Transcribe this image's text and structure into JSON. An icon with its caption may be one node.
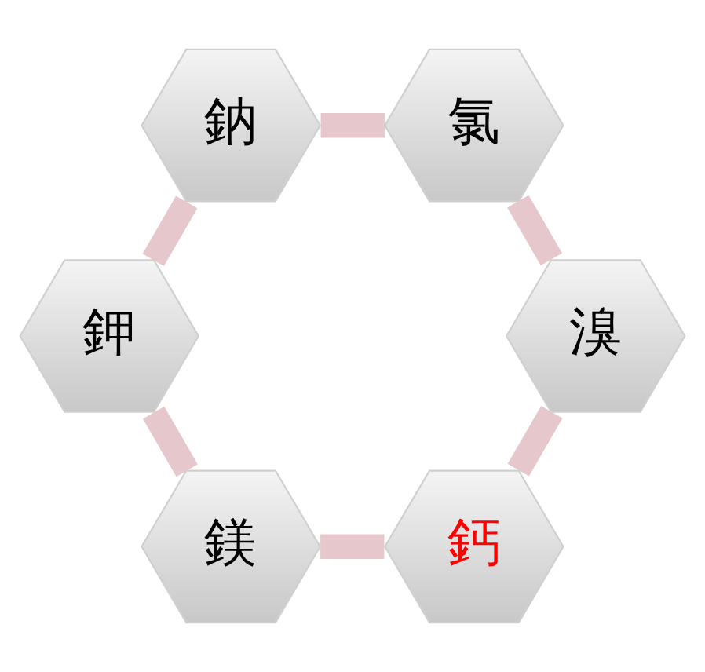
{
  "diagram": {
    "nodes": [
      {
        "text": [
          "鈣"
        ]
      },
      {
        "text": [
          "鎂"
        ]
      },
      {
        "text": [
          "鉀"
        ]
      },
      {
        "text": [
          "鈉"
        ]
      },
      {
        "text": [
          "氯"
        ]
      },
      {
        "text": [
          "溴"
        ]
      }
    ],
    "edges": [
      {
        "from": 0,
        "to": 1,
        "arrow": "none"
      },
      {
        "from": 1,
        "to": 2,
        "arrow": "none"
      },
      {
        "from": 2,
        "to": 3,
        "arrow": "none"
      },
      {
        "from": 3,
        "to": 4,
        "arrow": "none"
      },
      {
        "from": 4,
        "to": 5,
        "arrow": "none"
      },
      {
        "from": 5,
        "to": 0,
        "arrow": "none"
      }
    ]
  }
}
